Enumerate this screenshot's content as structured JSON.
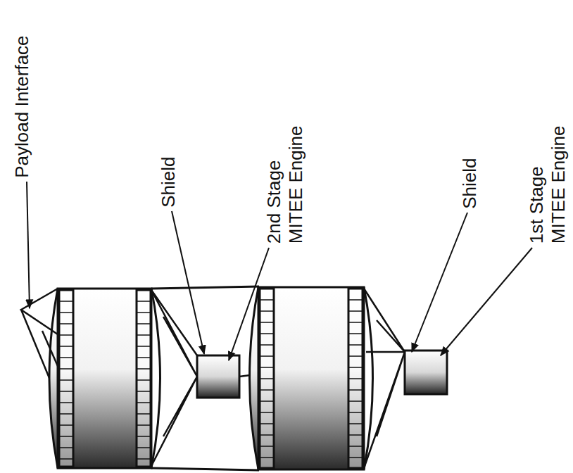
{
  "diagram": {
    "labels": [
      "Payload Interface",
      "Shield",
      "2nd Stage MITEE Engine",
      "Shield",
      "1st Stage MITEE Engine"
    ]
  }
}
